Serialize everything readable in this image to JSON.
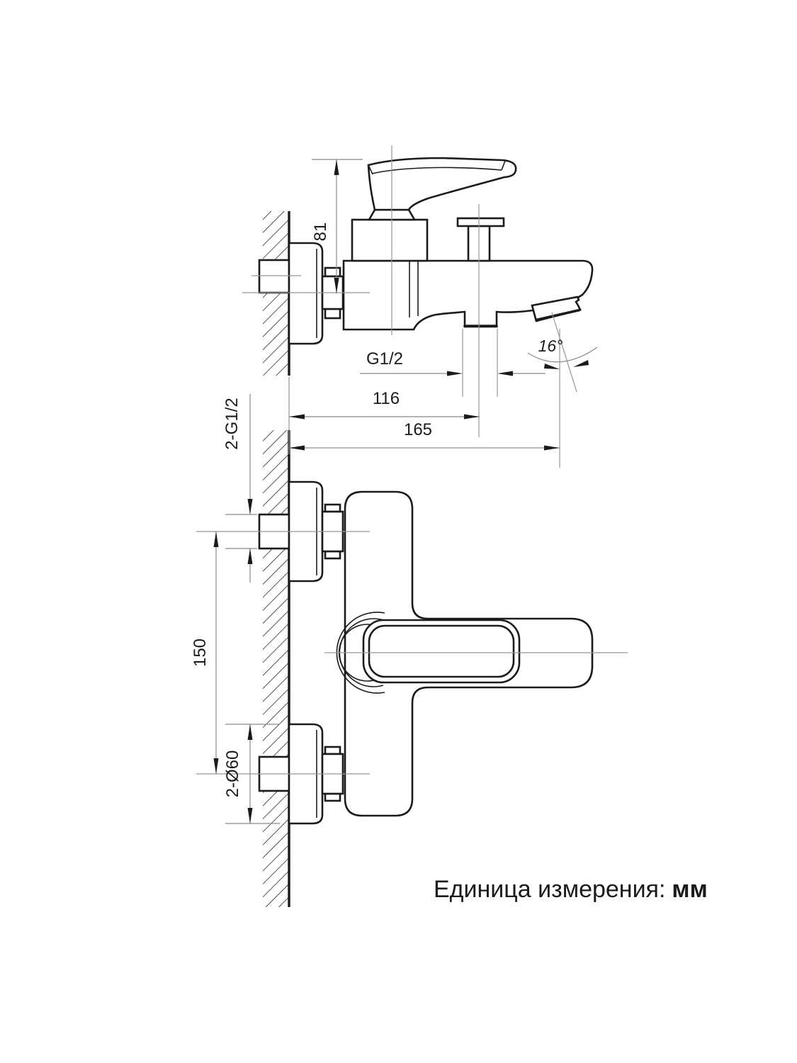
{
  "dimensions": {
    "handle_height": "81",
    "outlet_thread": "G1/2",
    "wall_to_outlet": "116",
    "wall_to_spout": "165",
    "spout_angle": "16°",
    "inlet_threads": "2-G1/2",
    "inlet_spacing": "150",
    "escutcheon_diameter": "2-Ø60"
  },
  "note": {
    "label": "Единица измерения:",
    "unit": "мм"
  },
  "colors": {
    "line": "#1b1b1b",
    "centerline": "#969696",
    "dimension_line": "#8a8a8a",
    "background": "#ffffff"
  }
}
